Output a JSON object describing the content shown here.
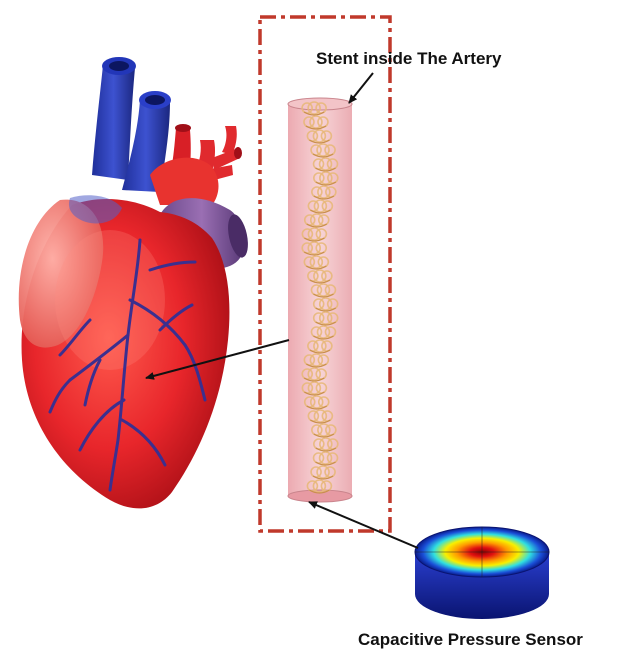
{
  "diagram": {
    "labels": {
      "stent": "Stent inside The Artery",
      "sensor": "Capacitive Pressure Sensor"
    },
    "components": [
      {
        "name": "heart",
        "icon": "heart-illustration"
      },
      {
        "name": "artery",
        "icon": "artery-tube"
      },
      {
        "name": "stent",
        "icon": "stent-mesh"
      },
      {
        "name": "sensor",
        "icon": "pressure-sensor-disk"
      }
    ],
    "colors": {
      "frame": "#c0392b",
      "artery_fill": "#f2b8bd",
      "stent": "#e8b87a",
      "heart_red": "#e8262b",
      "heart_blue": "#2f3fb0",
      "vein": "#3b2f8f",
      "arrow": "#111111"
    }
  }
}
